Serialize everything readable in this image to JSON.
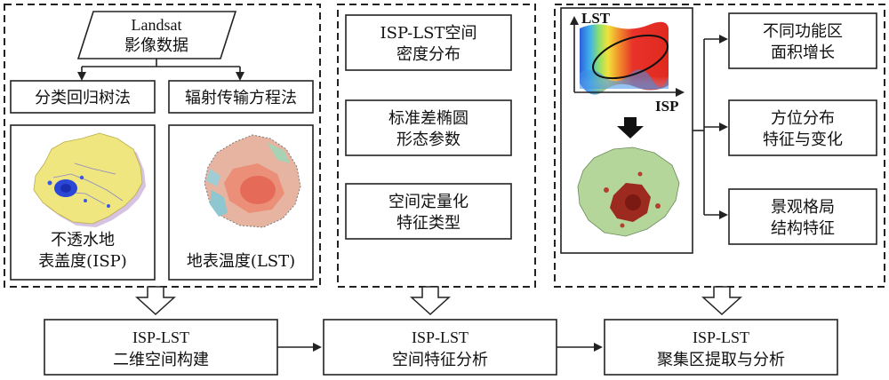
{
  "panel1": {
    "source_line1": "Landsat",
    "source_line2": "影像数据",
    "method_left": "分类回归树法",
    "method_right": "辐射传输方程法",
    "result_left_line1": "不透水地",
    "result_left_line2": "表盖度(ISP)",
    "result_right": "地表温度(LST)"
  },
  "panel2": {
    "items": [
      {
        "line1": "ISP-LST空间",
        "line2": "密度分布"
      },
      {
        "line1": "标准差椭圆",
        "line2": "形态参数"
      },
      {
        "line1": "空间定量化",
        "line2": "特征类型"
      }
    ]
  },
  "panel3": {
    "axis_y_label": "LST",
    "axis_x_label": "ISP",
    "outputs": [
      {
        "line1": "不同功能区",
        "line2": "面积增长"
      },
      {
        "line1": "方位分布",
        "line2": "特征与变化"
      },
      {
        "line1": "景观格局",
        "line2": "结构特征"
      }
    ]
  },
  "bottom": [
    {
      "line1": "ISP-LST",
      "line2": "二维空间构建"
    },
    {
      "line1": "ISP-LST",
      "line2": "空间特征分析"
    },
    {
      "line1": "ISP-LST",
      "line2": "聚集区提取与分析"
    }
  ],
  "colors": {
    "map_yellow": "#efe680",
    "isp_blue": "#1a3fd6",
    "heat_red": "#e8322a",
    "heat_blue": "#2f5fe0",
    "map_green": "#b4d69a",
    "map_dark_red": "#9c2a1e"
  }
}
